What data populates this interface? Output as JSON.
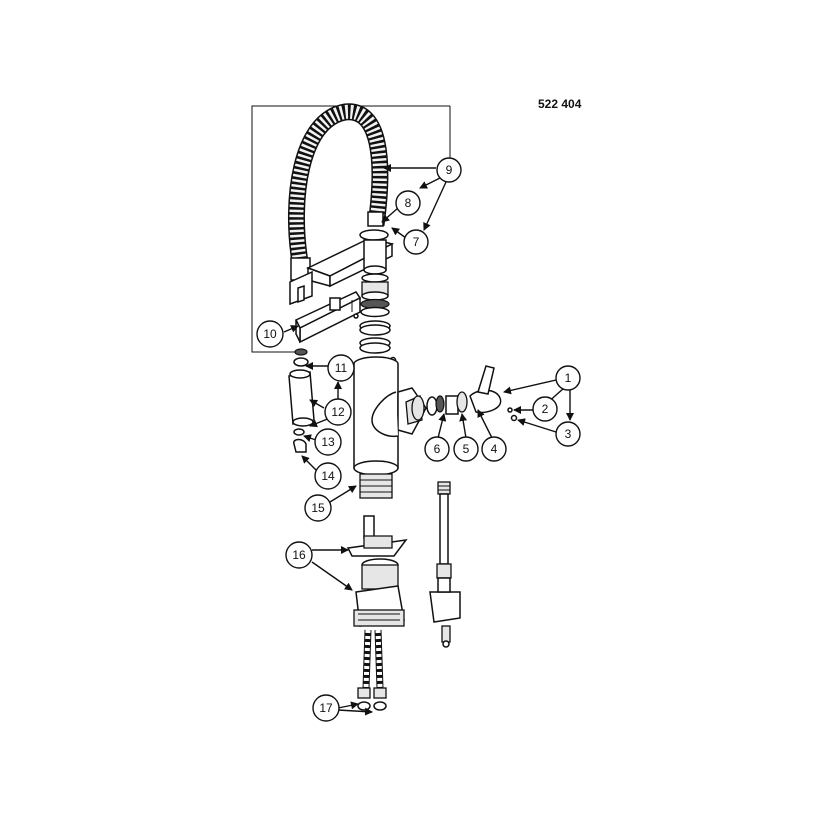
{
  "model_number": "522 404",
  "callouts": [
    "1",
    "2",
    "3",
    "4",
    "5",
    "6",
    "7",
    "8",
    "9",
    "10",
    "11",
    "12",
    "13",
    "14",
    "15",
    "16",
    "17"
  ]
}
